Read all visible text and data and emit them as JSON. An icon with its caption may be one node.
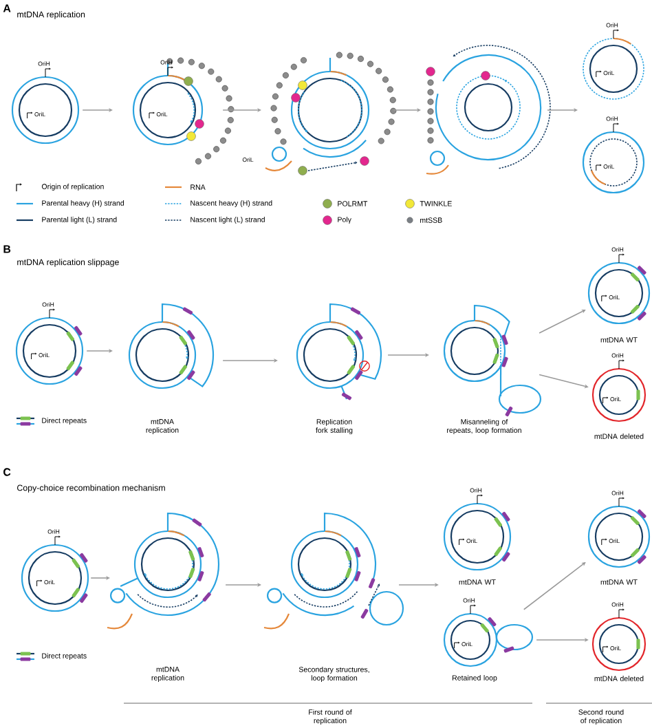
{
  "diagram": {
    "nodes": [
      {
        "text": [
          "OriH",
          "OriL"
        ]
      },
      {
        "text": [
          "OriH",
          "OriL"
        ]
      },
      {
        "text": [
          "OriL"
        ]
      },
      {
        "text": [],
        "shape": "circle"
      },
      {
        "text": [
          "OriH",
          "OriL"
        ]
      },
      {
        "text": [
          "OriH",
          "OriL"
        ]
      },
      {
        "text": [
          "OriH",
          "OriL"
        ]
      },
      {
        "text": [],
        "shape": "circle"
      },
      {
        "text": [],
        "shape": "circle",
        "beside": [
          "Replication fork stalling"
        ]
      },
      {
        "text": [],
        "shape": "circle",
        "beside": [
          "Misanneling of repeats, loop formation"
        ]
      },
      {
        "text": [
          "OriH",
          "OriL"
        ],
        "beside": [
          "mtDNA WT"
        ]
      },
      {
        "text": [
          "OriH",
          "OriL"
        ],
        "beside": [
          "mtDNA deleted"
        ]
      },
      {
        "text": [
          "OriH",
          "OriL"
        ]
      },
      {
        "text": [],
        "shape": "circle"
      },
      {
        "text": [],
        "shape": "circle"
      },
      {
        "text": [
          "OriH",
          "OriL"
        ],
        "beside": [
          "mtDNA WT"
        ]
      },
      {
        "text": [
          "OriH",
          "OriL"
        ],
        "beside": [
          "Retained loop"
        ]
      },
      {
        "text": [
          "OriH",
          "OriL"
        ],
        "beside": [
          "mtDNA WT"
        ]
      },
      {
        "text": [
          "OriH",
          "OriL"
        ],
        "beside": [
          "mtDNA deleted"
        ]
      }
    ],
    "edges": [
      {
        "from": 0,
        "to": 1,
        "arrow": "to"
      },
      {
        "from": 1,
        "to": 2,
        "arrow": "to"
      },
      {
        "from": 2,
        "to": 3,
        "arrow": "to"
      },
      {
        "from": 3,
        "to": null,
        "arrow": "to"
      },
      {
        "from": 6,
        "to": 7,
        "arrow": "to"
      },
      {
        "from": 7,
        "to": 8,
        "arrow": "to"
      },
      {
        "from": 8,
        "to": 9,
        "arrow": "to"
      },
      {
        "from": 9,
        "to": 10,
        "arrow": "to"
      },
      {
        "from": 9,
        "to": 11,
        "arrow": "to"
      },
      {
        "from": 12,
        "to": 13,
        "arrow": "to"
      },
      {
        "from": 13,
        "to": 14,
        "arrow": "to"
      },
      {
        "from": 14,
        "to": 15,
        "arrow": "to"
      },
      {
        "from": 16,
        "to": 17,
        "arrow": "to"
      },
      {
        "from": 16,
        "to": 18,
        "arrow": "to"
      }
    ],
    "labels": [
      "A",
      "mtDNA replication",
      "B",
      "mtDNA replication slippage",
      "mtDNA replication",
      "C",
      "Copy-choice recombination mechanism",
      "mtDNA replication",
      "Secondary structures, loop formation",
      "First round of replication",
      "Second round of replication"
    ],
    "legend": [
      {
        "text": "Origin of replication"
      },
      {
        "text": "RNA"
      },
      {
        "text": "Parental heavy (H) strand"
      },
      {
        "text": "Nascent heavy (H) strand"
      },
      {
        "text": "POLRMT",
        "color": "#8fae4e"
      },
      {
        "text": "TWINKLE",
        "color": "#f2e838"
      },
      {
        "text": "Parental light (L) strand"
      },
      {
        "text": "Nascent light (L) strand"
      },
      {
        "text": "Polγ",
        "color": "#e3278e"
      },
      {
        "text": "mtSSB",
        "color": "#7a7f85"
      },
      {
        "text": "Direct repeats"
      },
      {
        "text": "Direct repeats"
      }
    ]
  }
}
